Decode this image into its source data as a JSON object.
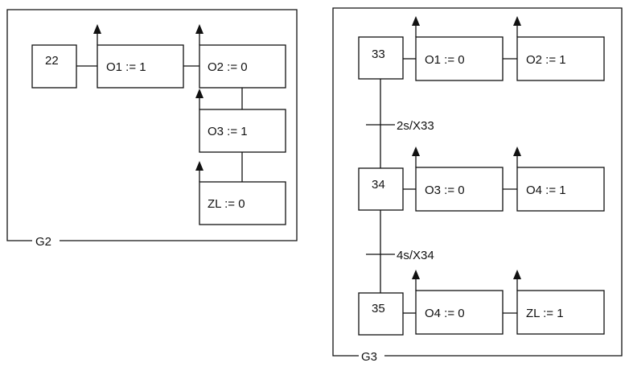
{
  "groups": {
    "g2": {
      "label": "G2"
    },
    "g3": {
      "label": "G3"
    }
  },
  "steps": {
    "s22": {
      "label": "22"
    },
    "s33": {
      "label": "33"
    },
    "s34": {
      "label": "34"
    },
    "s35": {
      "label": "35"
    }
  },
  "actions": {
    "g2_o1": {
      "text": "O1 := 1"
    },
    "g2_o2": {
      "text": "O2 := 0"
    },
    "g2_o3": {
      "text": "O3 := 1"
    },
    "g2_zl": {
      "text": "ZL := 0"
    },
    "s33_o1": {
      "text": "O1 := 0"
    },
    "s33_o2": {
      "text": "O2 := 1"
    },
    "s34_o3": {
      "text": "O3 := 0"
    },
    "s34_o4": {
      "text": "O4 := 1"
    },
    "s35_o4": {
      "text": "O4 := 0"
    },
    "s35_zl": {
      "text": "ZL := 1"
    }
  },
  "transitions": {
    "t33_34": {
      "condition": "2s/X33"
    },
    "t34_35": {
      "condition": "4s/X34"
    }
  }
}
